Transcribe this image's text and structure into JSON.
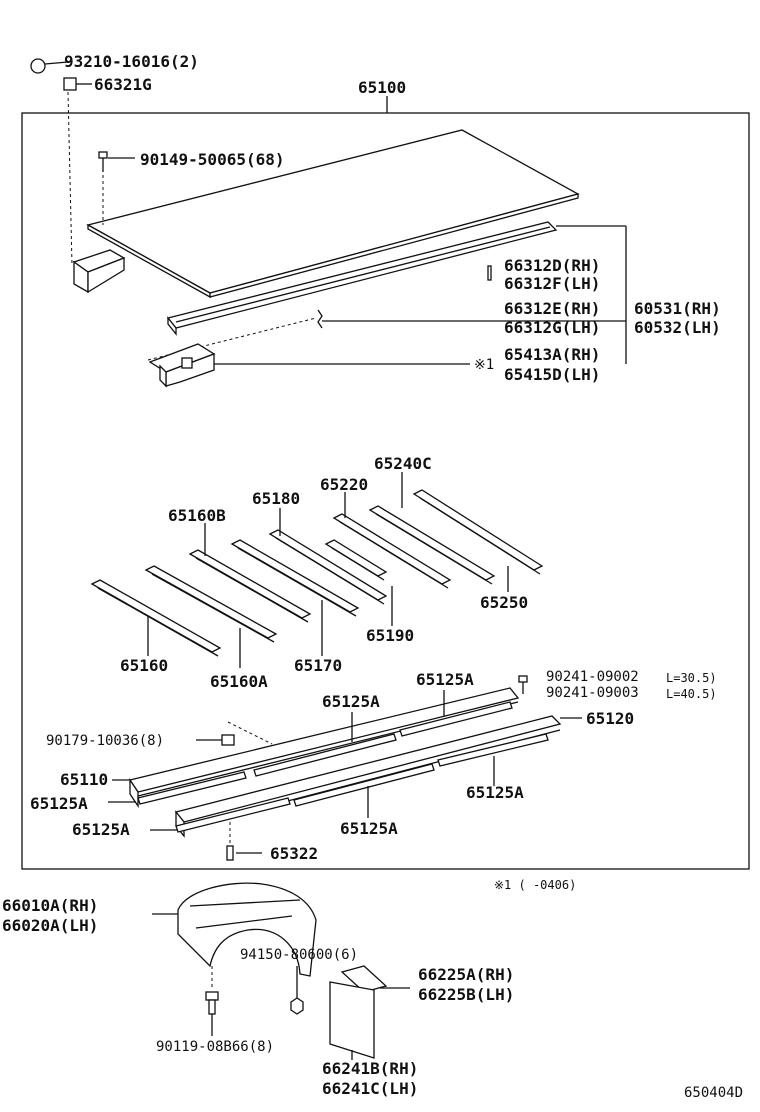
{
  "labels": {
    "l93210": "93210-16016(2)",
    "l66321g": "66321G",
    "l65100": "65100",
    "l90149": "90149-50065(68)",
    "l66312d": "66312D(RH)",
    "l66312f": "66312F(LH)",
    "l66312e": "66312E(RH)",
    "l66312g": "66312G(LH)",
    "l60531": "60531(RH)",
    "l60532": "60532(LH)",
    "l65413a": "65413A(RH)",
    "l65415d": "65415D(LH)",
    "lmark1": "※1",
    "l65240c": "65240C",
    "l65180": "65180",
    "l65220": "65220",
    "l65160b": "65160B",
    "l65250": "65250",
    "l65190": "65190",
    "l65170": "65170",
    "l65160": "65160",
    "l65160a": "65160A",
    "l65125a_1": "65125A",
    "l65125a_2": "65125A",
    "l90241a": "90241-09002",
    "l90241a_len": "L=30.5)",
    "l90241b": "90241-09003",
    "l90241b_len": "L=40.5)",
    "l65120": "65120",
    "l90179": "90179-10036(8)",
    "l65110": "65110",
    "l65125a_3": "65125A",
    "l65125a_4": "65125A",
    "l65125a_5": "65125A",
    "l65125a_6": "65125A",
    "l65322": "65322",
    "lfootnote": "※1 (      -0406)",
    "l66010a": "66010A(RH)",
    "l66020a": "66020A(LH)",
    "l94150": "94150-80600(6)",
    "l66225a": "66225A(RH)",
    "l66225b": "66225B(LH)",
    "l90119": "90119-08B66(8)",
    "l66241b": "66241B(RH)",
    "l66241c": "66241C(LH)",
    "l650404d": "650404D"
  }
}
